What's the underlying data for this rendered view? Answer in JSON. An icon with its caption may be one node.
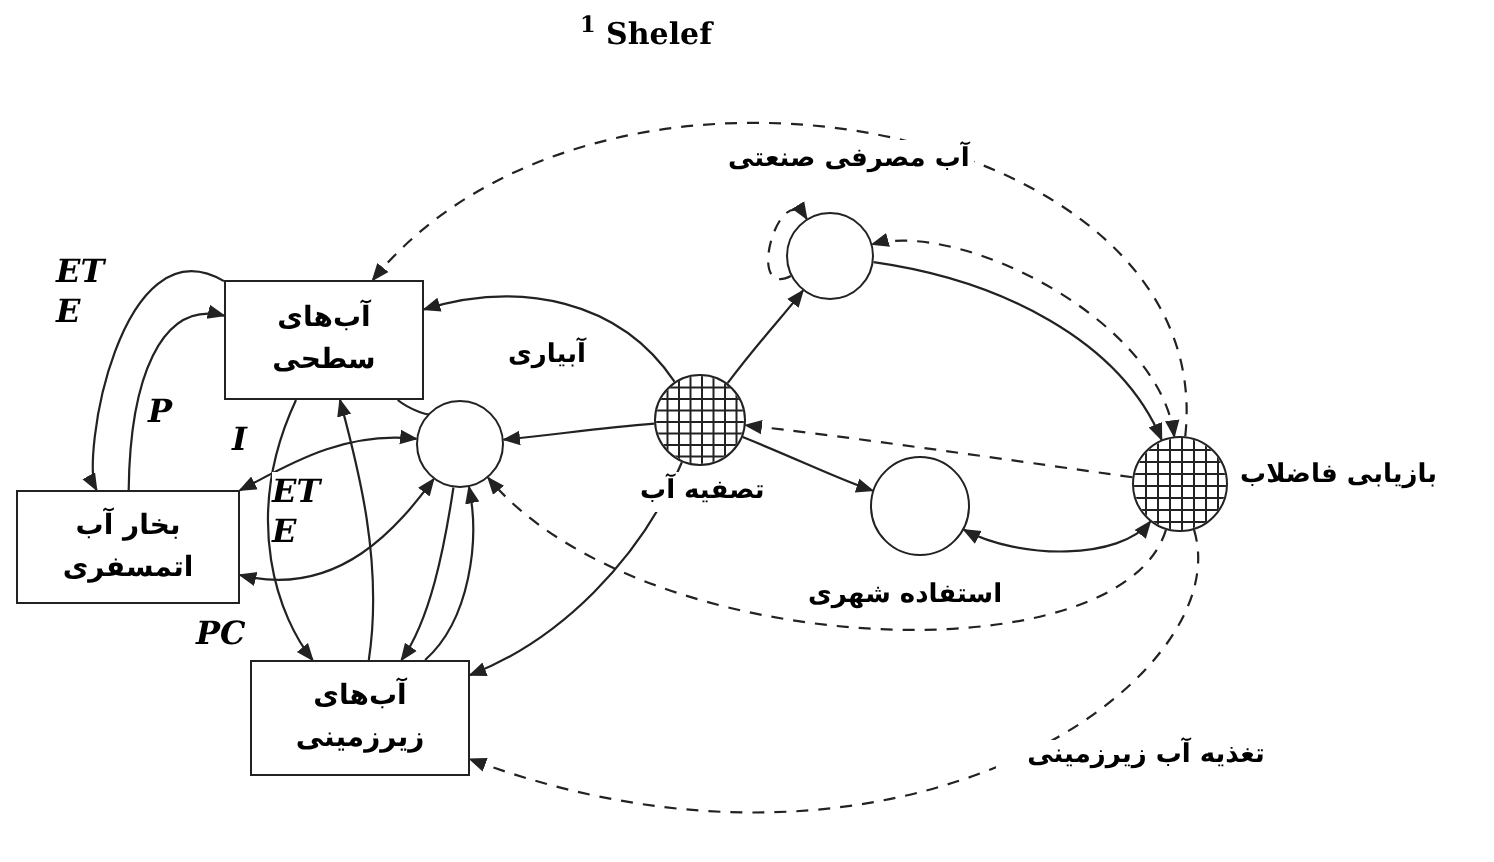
{
  "diagram": {
    "nodes": [
      {
        "text": [
          "آب‌های سطحی"
        ]
      },
      {
        "text": [
          "بخار آب اتمسفری"
        ]
      },
      {
        "text": [
          "آب‌های زیرزمینی"
        ]
      },
      {
        "text": [],
        "shape": "circle",
        "beside": [
          "آبیاری"
        ]
      },
      {
        "text": [],
        "shape": "circle",
        "beside": [
          "تصفیه آب"
        ]
      },
      {
        "text": [],
        "shape": "circle",
        "beside": [
          "آب مصرفی صنعتی"
        ]
      },
      {
        "text": [],
        "shape": "circle",
        "beside": [
          "استفاده شهری"
        ]
      },
      {
        "text": [],
        "shape": "circle",
        "beside": [
          "بازیابی فاضلاب"
        ]
      }
    ],
    "edges": [
      {
        "from": 0,
        "to": 1,
        "arrow": "to",
        "label": "ET E"
      },
      {
        "from": 1,
        "to": 0,
        "arrow": "to",
        "label": "P"
      },
      {
        "from": 3,
        "to": 1,
        "arrow": "both",
        "label": "ET E"
      },
      {
        "from": 1,
        "to": 3,
        "arrow": "both"
      },
      {
        "from": 0,
        "to": 2,
        "arrow": "to",
        "label": "I"
      },
      {
        "from": 2,
        "to": 0,
        "arrow": "to"
      },
      {
        "from": 0,
        "to": 3,
        "arrow": "to"
      },
      {
        "from": 3,
        "to": 2,
        "arrow": "to"
      },
      {
        "from": 2,
        "to": 3,
        "arrow": "to"
      },
      {
        "from": 4,
        "to": 3,
        "arrow": "to"
      },
      {
        "from": 4,
        "to": 0,
        "arrow": "to"
      },
      {
        "from": 4,
        "to": 2,
        "arrow": "to"
      },
      {
        "from": 4,
        "to": 5,
        "arrow": "to"
      },
      {
        "from": 4,
        "to": 6,
        "arrow": "to"
      },
      {
        "from": 5,
        "to": 5,
        "arrow": "to",
        "style": "dashed"
      },
      {
        "from": 5,
        "to": 7,
        "arrow": "to"
      },
      {
        "from": 7,
        "to": 5,
        "arrow": "both",
        "style": "dashed"
      },
      {
        "from": 7,
        "to": 6,
        "arrow": "both"
      },
      {
        "from": 7,
        "to": 4,
        "arrow": "to",
        "style": "dashed"
      },
      {
        "from": 7,
        "to": 0,
        "arrow": "to",
        "style": "dashed"
      },
      {
        "from": 7,
        "to": 3,
        "arrow": "to",
        "style": "dashed"
      },
      {
        "from": 7,
        "to": 2,
        "arrow": "to",
        "style": "dashed",
        "label": "تغذیه آب زیرزمینی"
      }
    ],
    "labels": [
      "$^{1}$ Shelef",
      "PC"
    ]
  }
}
